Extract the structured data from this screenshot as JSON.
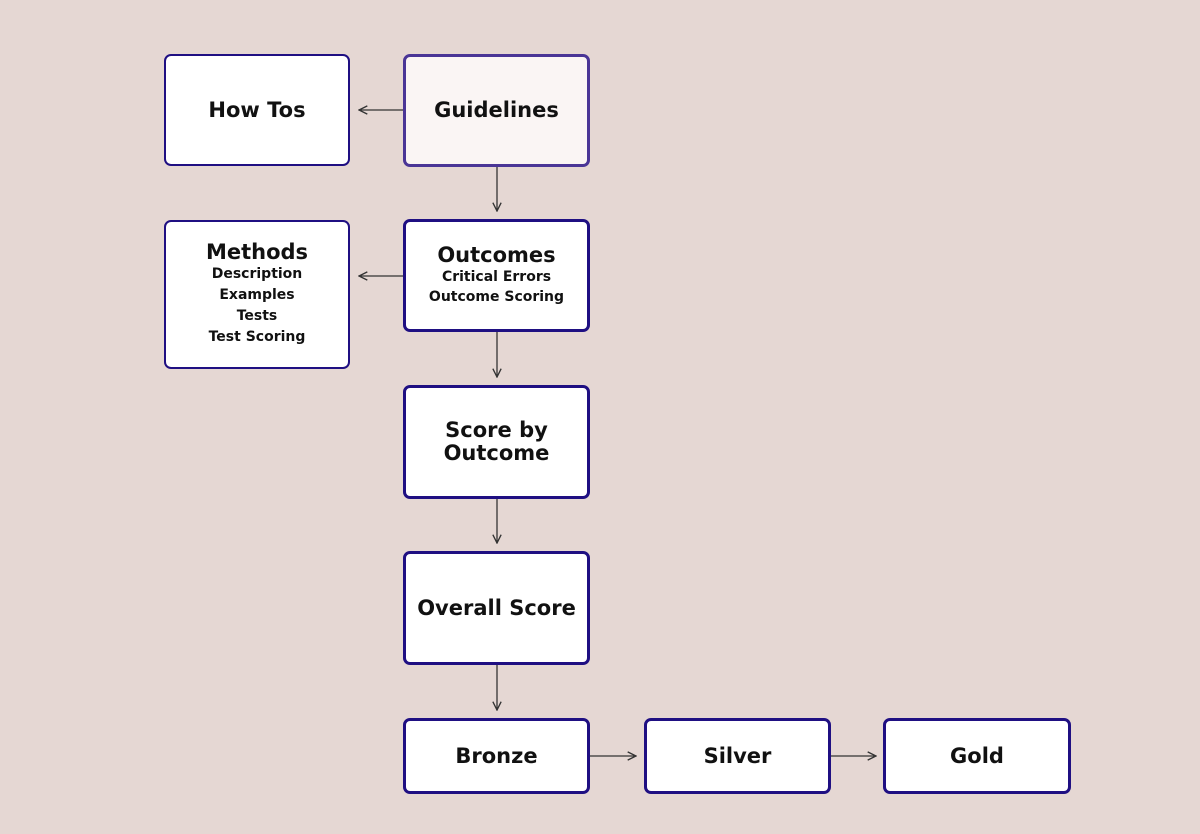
{
  "diagram": {
    "nodes": {
      "howtos": {
        "title": "How Tos"
      },
      "guidelines": {
        "title": "Guidelines"
      },
      "methods": {
        "title": "Methods",
        "items": [
          "Description",
          "Examples",
          "Tests",
          "Test Scoring"
        ]
      },
      "outcomes": {
        "title": "Outcomes",
        "items": [
          "Critical Errors",
          "Outcome Scoring"
        ]
      },
      "score_by_outcome": {
        "title": "Score by\nOutcome"
      },
      "overall_score": {
        "title": "Overall Score"
      },
      "bronze": {
        "title": "Bronze"
      },
      "silver": {
        "title": "Silver"
      },
      "gold": {
        "title": "Gold"
      }
    },
    "edges": [
      {
        "from": "guidelines",
        "to": "howtos"
      },
      {
        "from": "guidelines",
        "to": "outcomes"
      },
      {
        "from": "outcomes",
        "to": "methods"
      },
      {
        "from": "outcomes",
        "to": "score_by_outcome"
      },
      {
        "from": "score_by_outcome",
        "to": "overall_score"
      },
      {
        "from": "overall_score",
        "to": "bronze"
      },
      {
        "from": "bronze",
        "to": "silver"
      },
      {
        "from": "silver",
        "to": "gold"
      }
    ],
    "colors": {
      "background": "#e5d7d3",
      "box_border": "#1f0f82",
      "highlight_border": "#4a3596",
      "box_fill": "#ffffff",
      "highlight_fill": "#faf5f4",
      "arrow": "#333333"
    }
  }
}
